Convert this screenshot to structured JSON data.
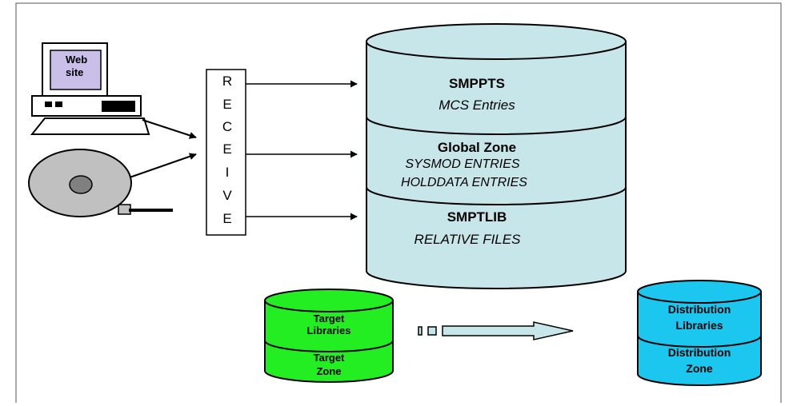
{
  "computer": {
    "screen_text": [
      "Web",
      "site"
    ]
  },
  "receive": {
    "letters": [
      "R",
      "E",
      "C",
      "E",
      "I",
      "V",
      "E"
    ]
  },
  "smppts": {
    "title": "SMPPTS",
    "subtitle": "MCS Entries"
  },
  "global_zone": {
    "title": "Global Zone",
    "lines": [
      "SYSMOD ENTRIES",
      "HOLDDATA ENTRIES"
    ]
  },
  "smptlib": {
    "title": "SMPTLIB",
    "subtitle": "RELATIVE FILES"
  },
  "target": {
    "top_label": [
      "Target",
      "Libraries"
    ],
    "bottom_label": [
      "Target",
      "Zone"
    ]
  },
  "distribution": {
    "top_label": [
      "Distribution",
      "Libraries"
    ],
    "bottom_label": [
      "Distribution",
      "Zone"
    ]
  },
  "colors": {
    "main_cylinder": "#c7e6ea",
    "target_cylinder": "#22ee22",
    "distribution_cylinder": "#1cc7ef",
    "tape": "#c0c0c0",
    "monitor_screen": "#c9bfe8",
    "arrow_fill": "#c7e6ea"
  }
}
